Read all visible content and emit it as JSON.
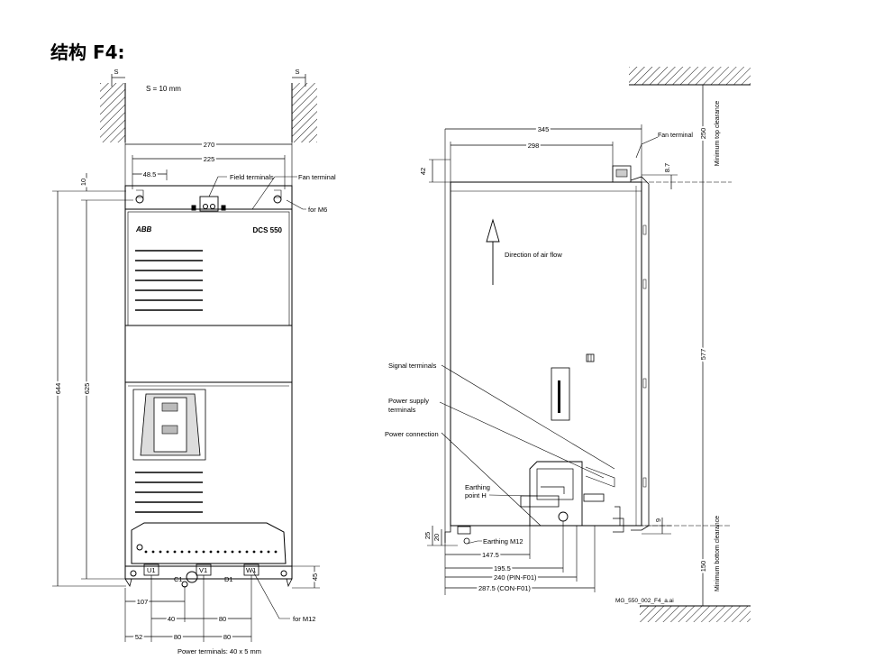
{
  "title": "结构 F4:",
  "front": {
    "logo": "ABB",
    "model": "DCS 550",
    "s_label": "S",
    "s_value": "S = 10 mm",
    "dim_270": "270",
    "dim_225": "225",
    "dim_48_5": "48.5",
    "dim_10": "10",
    "dim_644": "644",
    "dim_625": "625",
    "dim_45": "45",
    "dim_107": "107",
    "dim_40": "40",
    "dim_80a": "80",
    "dim_52": "52",
    "dim_80b": "80",
    "dim_80c": "80",
    "field_terminals": "Field terminals",
    "fan_terminal": "Fan terminal",
    "for_m6": "for M6",
    "for_m12": "for M12",
    "terminal_u1": "U1",
    "terminal_v1": "V1",
    "terminal_w1": "W1",
    "terminal_c1": "C1",
    "terminal_d1": "D1",
    "power_terminals": "Power terminals: 40 x 5 mm"
  },
  "side": {
    "dim_345": "345",
    "dim_298": "298",
    "dim_42": "42",
    "dim_8_7": "8.7",
    "dim_250": "250",
    "dim_577": "577",
    "dim_150": "150",
    "dim_9": "9",
    "dim_25": "25",
    "dim_20": "20",
    "dim_147_5": "147.5",
    "dim_195_5": "195.5",
    "dim_240": "240 (PIN-F01)",
    "dim_287_5": "287.5 (CON-F01)",
    "fan_terminal": "Fan terminal",
    "min_top": "Minimum top clearance",
    "min_bottom": "Minimum bottom clearance",
    "air_flow": "Direction of air flow",
    "signal_terminals": "Signal terminals",
    "power_supply_1": "Power supply",
    "power_supply_2": "terminals",
    "power_connection": "Power connection",
    "earthing_1": "Earthing",
    "earthing_2": "point H",
    "earthing_m12": "Earthing M12",
    "file_ref": "MG_550_002_F4_a.ai"
  }
}
